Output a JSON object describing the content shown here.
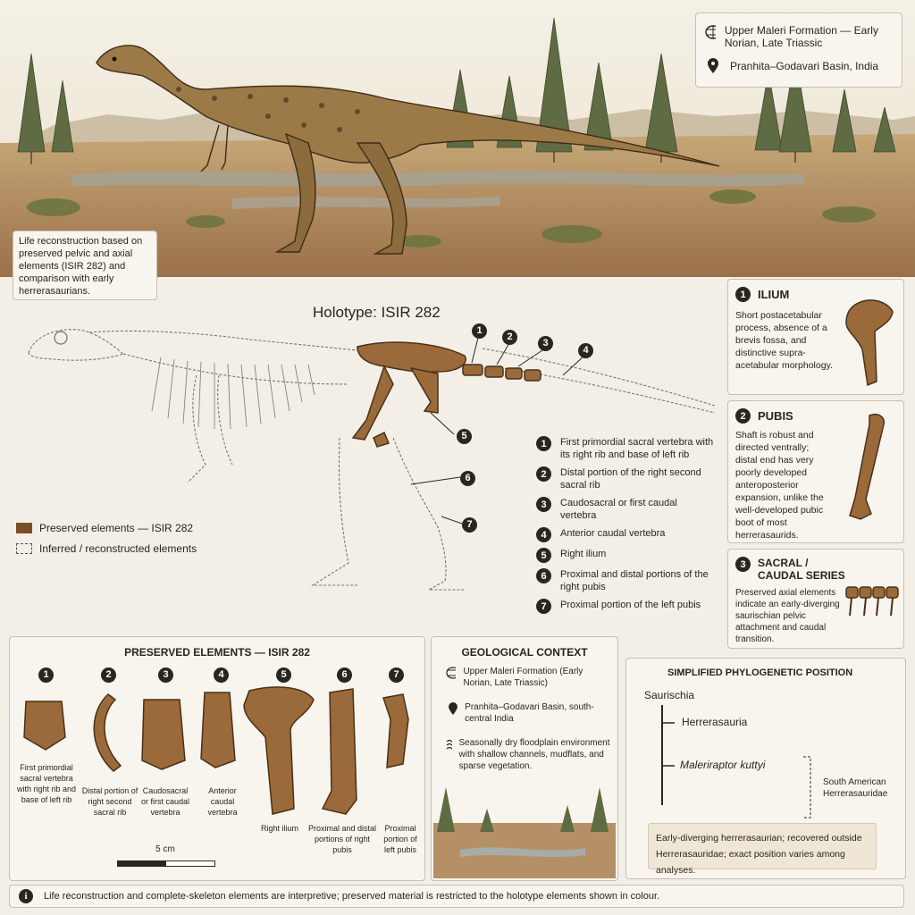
{
  "scene": {
    "caption": "Life reconstruction based on preserved pelvic and axial elements (ISIR 282) and comparison with early herrerasaurians."
  },
  "location_box": {
    "formation": "Upper Maleri Formation — Early Norian, Late Triassic",
    "basin": "Pranhita–Godavari Basin, India"
  },
  "holotype": {
    "title": "Holotype: ISIR 282",
    "markers": [
      "1",
      "2",
      "3",
      "4",
      "5",
      "6",
      "7"
    ]
  },
  "legend": {
    "preserved": "Preserved elements — ISIR 282",
    "inferred": "Inferred / reconstructed elements"
  },
  "element_list": [
    {
      "num": "1",
      "text": "First primordial sacral vertebra with its right rib and base of left rib"
    },
    {
      "num": "2",
      "text": "Distal portion of the right second sacral rib"
    },
    {
      "num": "3",
      "text": "Caudosacral or first caudal vertebra"
    },
    {
      "num": "4",
      "text": "Anterior caudal vertebra"
    },
    {
      "num": "5",
      "text": "Right ilium"
    },
    {
      "num": "6",
      "text": "Proximal and distal portions of the right pubis"
    },
    {
      "num": "7",
      "text": "Proximal portion of the left pubis"
    }
  ],
  "side_cards": [
    {
      "num": "1",
      "title": "ILIUM",
      "text": "Short postacetabular process, absence of a brevis fossa, and distinctive supra-acetabular morphology."
    },
    {
      "num": "2",
      "title": "PUBIS",
      "text": "Shaft is robust and directed ventrally; distal end has very poorly developed anteroposterior expansion, unlike the well-developed pubic boot of most herrerasaurids."
    },
    {
      "num": "3",
      "title": "SACRAL / CAUDAL SERIES",
      "text": "Preserved axial elements indicate an early-diverging saurischian pelvic attachment and caudal transition."
    }
  ],
  "preserved_panel": {
    "title": "PRESERVED ELEMENTS — ISIR 282",
    "items": [
      {
        "num": "1",
        "label": "First primordial sacral vertebra with right rib and base of left rib"
      },
      {
        "num": "2",
        "label": "Distal portion of right second sacral rib"
      },
      {
        "num": "3",
        "label": "Caudosacral or first caudal vertebra"
      },
      {
        "num": "4",
        "label": "Anterior caudal vertebra"
      },
      {
        "num": "5",
        "label": "Right ilium"
      },
      {
        "num": "6",
        "label": "Proximal and distal portions of right pubis"
      },
      {
        "num": "7",
        "label": "Proximal portion of left pubis"
      }
    ],
    "scale": "5 cm"
  },
  "geo_panel": {
    "title": "GEOLOGICAL CONTEXT",
    "formation": "Upper Maleri Formation (Early Norian, Late Triassic)",
    "basin": "Pranhita–Godavari Basin, south-central India",
    "environment": "Seasonally dry floodplain environment with shallow channels, mudflats, and sparse vegetation."
  },
  "phylo_panel": {
    "title": "SIMPLIFIED PHYLOGENETIC POSITION",
    "root": "Saurischia",
    "clade": "Herrerasauria",
    "taxon": "Maleriraptor kuttyi",
    "group": "South American Herrerasauridae",
    "note": "Early-diverging herrerasaurian; recovered outside Herrerasauridae; exact position varies among analyses."
  },
  "footer": {
    "text": "Life reconstruction and complete-skeleton elements are interpretive; preserved material is restricted to the holotype elements shown in colour."
  },
  "colors": {
    "bone": "#9a6a3a",
    "ink": "#2b2520",
    "paper": "#f3efe6",
    "ground": "#b08a5c"
  }
}
